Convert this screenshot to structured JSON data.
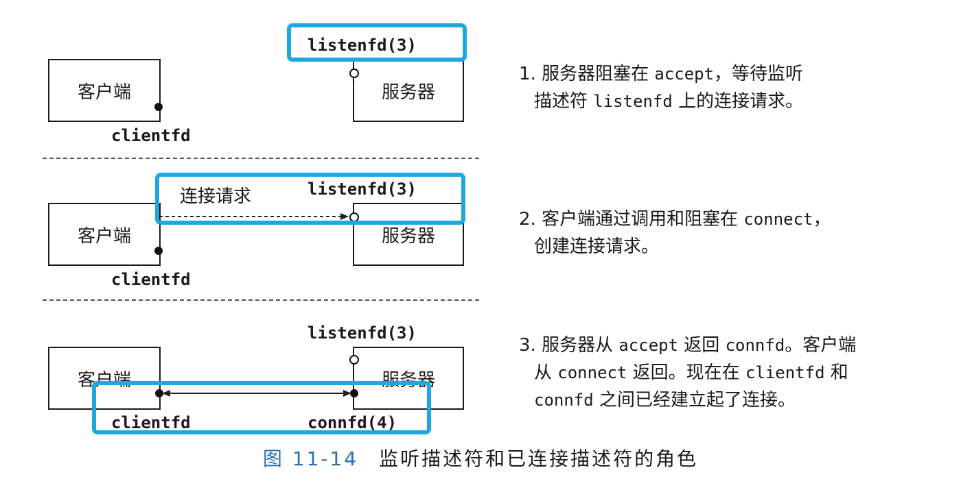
{
  "panels": [
    {
      "client_label": "客户端",
      "server_label": "服务器",
      "clientfd_label": "clientfd",
      "listenfd_label": "listenfd(3)",
      "description": {
        "lines": [
          [
            {
              "t": "1. 服务器阻塞在 ",
              "mono": false
            },
            {
              "t": "accept",
              "mono": true
            },
            {
              "t": "，等待监听",
              "mono": false
            }
          ],
          [
            {
              "t": "描述符 ",
              "mono": false
            },
            {
              "t": "listenfd",
              "mono": true
            },
            {
              "t": " 上的连接请求。",
              "mono": false
            }
          ]
        ]
      }
    },
    {
      "client_label": "客户端",
      "server_label": "服务器",
      "clientfd_label": "clientfd",
      "listenfd_label": "listenfd(3)",
      "request_label": "连接请求",
      "description": {
        "lines": [
          [
            {
              "t": "2. 客户端通过调用和阻塞在 ",
              "mono": false
            },
            {
              "t": "connect",
              "mono": true
            },
            {
              "t": "，",
              "mono": false
            }
          ],
          [
            {
              "t": "创建连接请求。",
              "mono": false
            }
          ]
        ]
      }
    },
    {
      "client_label": "客户端",
      "server_label": "服务器",
      "clientfd_label": "clientfd",
      "listenfd_label": "listenfd(3)",
      "connfd_label": "connfd(4)",
      "description": {
        "lines": [
          [
            {
              "t": "3. 服务器从 ",
              "mono": false
            },
            {
              "t": "accept",
              "mono": true
            },
            {
              "t": " 返回 ",
              "mono": false
            },
            {
              "t": "connfd",
              "mono": true
            },
            {
              "t": "。客户端",
              "mono": false
            }
          ],
          [
            {
              "t": "从 ",
              "mono": false
            },
            {
              "t": "connect",
              "mono": true
            },
            {
              "t": " 返回。现在在 ",
              "mono": false
            },
            {
              "t": "clientfd",
              "mono": true
            },
            {
              "t": " 和",
              "mono": false
            }
          ],
          [
            {
              "t": "connfd",
              "mono": true
            },
            {
              "t": " 之间已经建立起了连接。",
              "mono": false
            }
          ]
        ]
      }
    }
  ],
  "caption": {
    "figure_number": "图 11-14",
    "text": "监听描述符和已连接描述符的角色"
  },
  "colors": {
    "highlight": "#1fa8e0",
    "caption_number": "#2a6fb0"
  }
}
